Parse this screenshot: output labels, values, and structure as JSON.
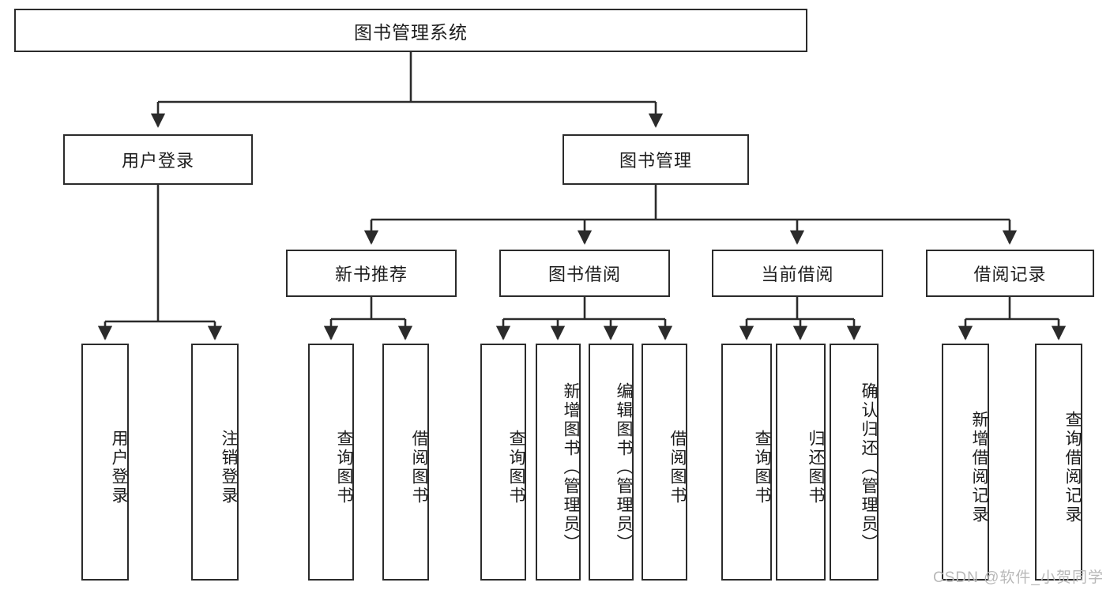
{
  "diagram": {
    "type": "tree-hierarchy-flowchart",
    "title": "图书管理系统",
    "orientation": "top-down",
    "edge_style": "orthogonal-with-arrowheads",
    "colors": {
      "box_border": "#2b2b2b",
      "box_fill": "#ffffff",
      "edge": "#2b2b2b",
      "text": "#1c1c1c",
      "watermark": "#b9b9b9",
      "background": "#ffffff"
    },
    "root": {
      "label": "图书管理系统"
    },
    "level2": [
      {
        "label": "用户登录"
      },
      {
        "label": "图书管理"
      }
    ],
    "level3": [
      {
        "label": "新书推荐"
      },
      {
        "label": "图书借阅"
      },
      {
        "label": "当前借阅"
      },
      {
        "label": "借阅记录"
      }
    ],
    "leaves": {
      "user_login": [
        {
          "label": "用户登录"
        },
        {
          "label": "注销登录"
        }
      ],
      "new_book_recommend": [
        {
          "label": "查询图书"
        },
        {
          "label": "借阅图书"
        }
      ],
      "book_borrow": [
        {
          "label": "查询图书"
        },
        {
          "label": "新增图书（管理员）"
        },
        {
          "label": "编辑图书（管理员）"
        },
        {
          "label": "借阅图书"
        }
      ],
      "current_borrow": [
        {
          "label": "查询图书"
        },
        {
          "label": "归还图书"
        },
        {
          "label": "确认归还（管理员）"
        }
      ],
      "borrow_records": [
        {
          "label": "新增借阅记录"
        },
        {
          "label": "查询借阅记录"
        }
      ]
    }
  },
  "watermark": {
    "text": "CSDN @软件_小贺同学"
  }
}
